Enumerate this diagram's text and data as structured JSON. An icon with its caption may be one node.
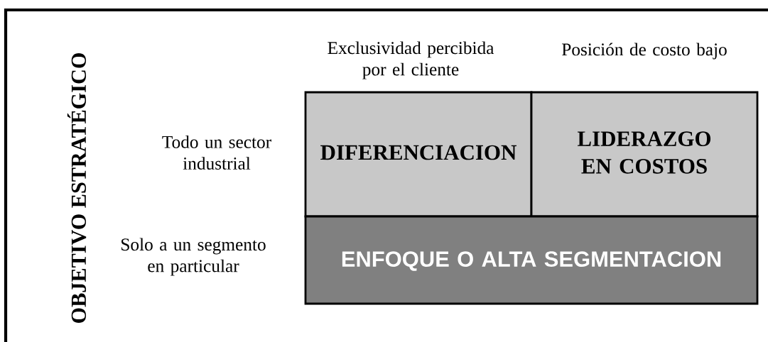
{
  "diagram": {
    "nodes": [
      {
        "text": [
          "DIFERENCIACION"
        ]
      },
      {
        "text": [
          "LIDERAZGO EN COSTOS"
        ]
      },
      {
        "text": [
          "ENFOQUE O ALTA SEGMENTACION"
        ]
      }
    ],
    "labels": [
      "OBJETIVO ESTRATÉGICO",
      "Exclusividad percibida por el cliente",
      "Posición de costo bajo",
      "Todo un sector industrial",
      "Solo a un segmento en particular"
    ]
  }
}
